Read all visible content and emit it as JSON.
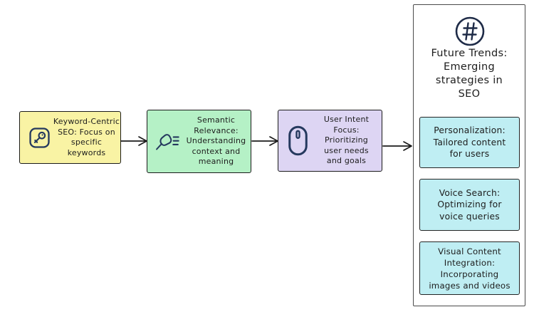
{
  "diagram": {
    "topic": "SEO evolution flowchart",
    "flow": {
      "nodes": [
        {
          "id": "keyword-centric-seo",
          "icon": "key-square-icon",
          "fill": "#f9f3a4",
          "lines": [
            "Keyword-Centric",
            "SEO: Focus on",
            "specific",
            "keywords"
          ]
        },
        {
          "id": "semantic-relevance",
          "icon": "pin-list-icon",
          "fill": "#b5f1c6",
          "lines": [
            "Semantic",
            "Relevance:",
            "Understanding",
            "context and",
            "meaning"
          ]
        },
        {
          "id": "user-intent-focus",
          "icon": "mouse-icon",
          "fill": "#ddd5f3",
          "lines": [
            "User Intent",
            "Focus:",
            "Prioritizing",
            "user needs",
            "and goals"
          ]
        }
      ],
      "arrow_count": 3
    },
    "panel": {
      "icon": "hash-icon",
      "title_lines": [
        "Future Trends:",
        "Emerging",
        "strategies in",
        "SEO"
      ],
      "cards": [
        {
          "id": "personalization",
          "fill": "#bfeef3",
          "lines": [
            "Personalization:",
            "Tailored content",
            "for users"
          ]
        },
        {
          "id": "voice-search",
          "fill": "#bfeef3",
          "lines": [
            "Voice Search:",
            "Optimizing for",
            "voice queries"
          ]
        },
        {
          "id": "visual-content-integration",
          "fill": "#bfeef3",
          "lines": [
            "Visual Content",
            "Integration:",
            "Incorporating",
            "images and videos"
          ]
        }
      ]
    },
    "colors": {
      "background": "#ffffff",
      "node_yellow": "#f9f3a4",
      "node_green": "#b5f1c6",
      "node_purple": "#ddd5f3",
      "card_cyan": "#bfeef3",
      "icon_navy": "#25395e",
      "shape_border": "#1b1b1b",
      "panel_border": "#4a4a4a",
      "text": "#1d1d1d"
    }
  }
}
